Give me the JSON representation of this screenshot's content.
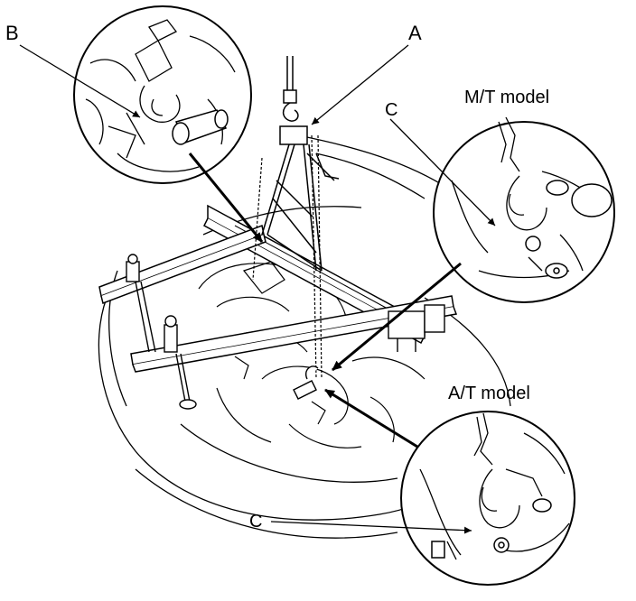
{
  "labels": {
    "a": "A",
    "b": "B",
    "c_mt": "C",
    "c_at": "C",
    "mt_model": "M/T model",
    "at_model": "A/T model"
  },
  "colors": {
    "ink": "#000000",
    "paper": "#ffffff"
  },
  "icons": {
    "detail_b": "lifting-hook-bracket-detail",
    "detail_mt": "mt-lifting-eye-detail",
    "detail_at": "at-lifting-eye-detail"
  }
}
